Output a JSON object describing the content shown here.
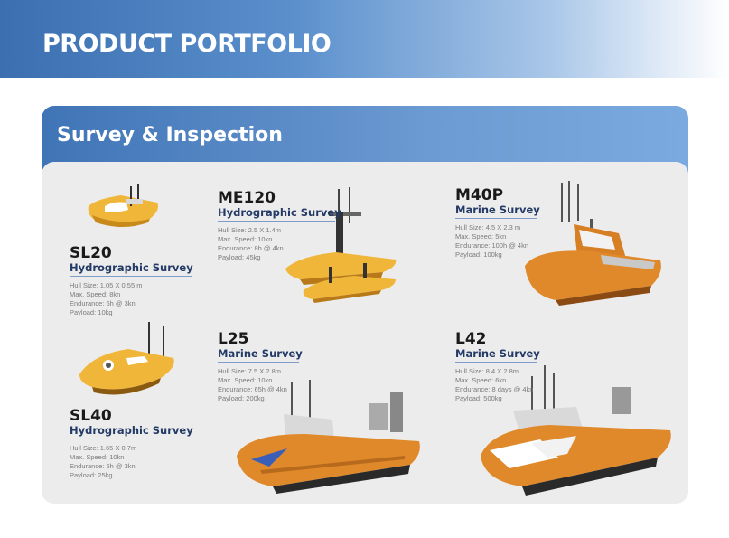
{
  "header": {
    "title": "PRODUCT PORTFOLIO"
  },
  "section": {
    "title": "Survey &  Inspection"
  },
  "products": [
    {
      "name": "SL20",
      "category": "Hydrographic Survey",
      "specs": [
        "Hull Size: 1.05 X 0.55 m",
        "Max. Speed: 8kn",
        "Endurance: 6h @ 3kn",
        "Payload: 10kg"
      ]
    },
    {
      "name": "ME120",
      "category": "Hydrographic Survey",
      "specs": [
        "Hull Size: 2.5 X 1.4m",
        "Max. Speed: 10kn",
        "Endurance: 8h @ 4kn",
        "Payload: 45kg"
      ]
    },
    {
      "name": "M40P",
      "category": "Marine Survey",
      "specs": [
        "Hull Size: 4.5 X 2.3 m",
        "Max. Speed: 5kn",
        "Endurance: 100h @ 4kn",
        "Payload: 100kg"
      ]
    },
    {
      "name": "SL40",
      "category": "Hydrographic Survey",
      "specs": [
        "Hull Size: 1.65 X 0.7m",
        "Max. Speed: 10kn",
        "Endurance: 6h @ 3kn",
        "Payload: 25kg"
      ]
    },
    {
      "name": "L25",
      "category": "Marine Survey",
      "specs": [
        "Hull Size: 7.5 X 2.8m",
        "Max. Speed: 10kn",
        "Endurance: 65h @ 4kn",
        "Payload: 200kg"
      ]
    },
    {
      "name": "L42",
      "category": "Marine Survey",
      "specs": [
        "Hull Size: 8.4 X 2.8m",
        "Max. Speed: 6kn",
        "Endurance: 8 days @ 4kn",
        "Payload: 500kg"
      ]
    }
  ],
  "colors": {
    "banner": "#3b6fb0",
    "card_header": "#4f82c2",
    "hull_orange": "#e0892a",
    "hull_yellow": "#f0b63a"
  }
}
